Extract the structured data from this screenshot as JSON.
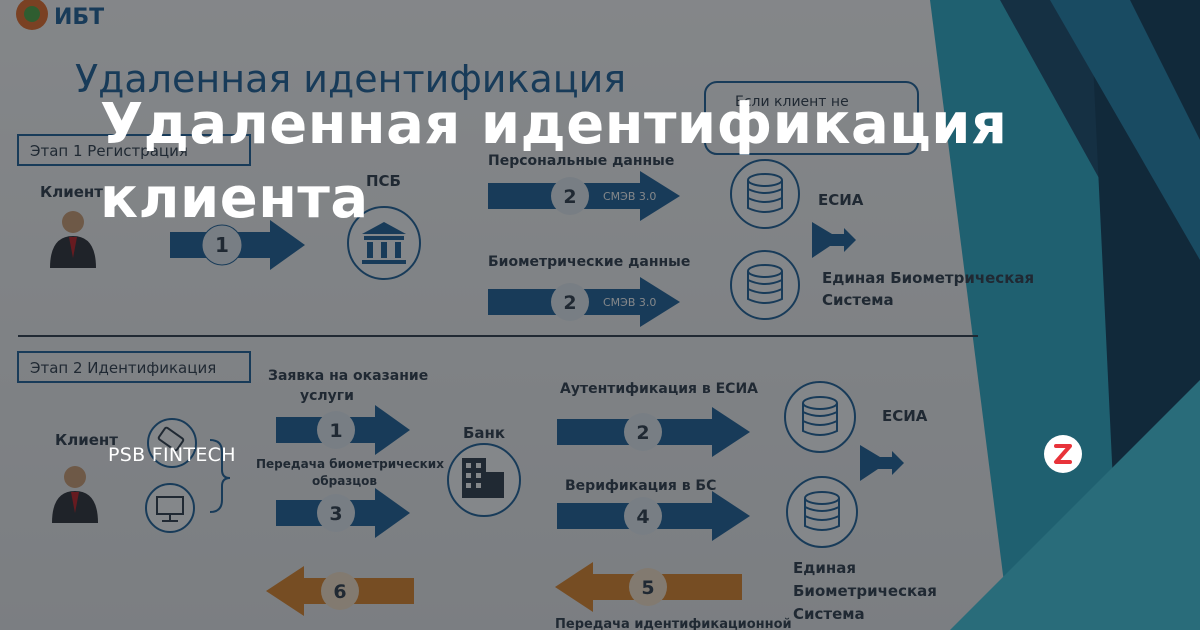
{
  "headline": {
    "line1": "Удаленная идентификация",
    "line2": "клиента"
  },
  "channel": {
    "name": "PSB FINTECH"
  },
  "diagram": {
    "logo": "ИБТ",
    "title": "Удаленная идентификация",
    "note": "Если клиент не",
    "stage1": {
      "label": "Этап 1 Регистрация",
      "client": "Клиент",
      "psb": "ПСБ",
      "personal_data": "Персональные данные",
      "biometric_data": "Биометрические данные",
      "smev_1": "СМЭВ 3.0",
      "smev_2": "СМЭВ 3.0",
      "esia": "ЕСИА",
      "ebs_line1": "Единая Биометрическая",
      "ebs_line2": "Система",
      "step_a": "1",
      "step_b": "2",
      "step_c": "2"
    },
    "stage2": {
      "label": "Этап 2 Идентификация",
      "client": "Клиент",
      "request_line1": "Заявка на оказание",
      "request_line2": "услуги",
      "transfer_line1": "Передача биометрических",
      "transfer_line2": "образцов",
      "bank": "Банк",
      "auth": "Аутентификация в ЕСИА",
      "verify": "Верификация в БС",
      "transfer_id": "Передача идентификационной",
      "esia": "ЕСИА",
      "ebs_line1": "Единая",
      "ebs_line2": "Биометрическая",
      "ebs_line3": "Система",
      "step_1": "1",
      "step_3": "3",
      "step_2": "2",
      "step_4": "4",
      "step_5": "5",
      "step_6": "6"
    }
  },
  "colors": {
    "arrow_blue": "#1d5f96",
    "arrow_orange": "#d9822b",
    "teal": "#2aa8c4",
    "navy": "#17486b"
  },
  "icons": [
    "person-icon",
    "bank-building-icon",
    "database-icon",
    "phone-icon",
    "monitor-icon",
    "office-building-icon",
    "zen-logo-icon"
  ]
}
